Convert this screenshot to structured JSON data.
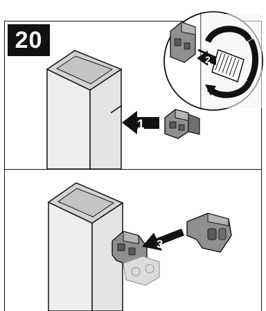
{
  "step": {
    "number": "20"
  },
  "markers": {
    "insert": "1",
    "screw": "2",
    "remove": "3"
  },
  "colors": {
    "outline": "#111111",
    "cabinet_face": "#efefef",
    "cabinet_side": "#d9d9d9",
    "cabinet_top": "#cfcfcf",
    "bracket": "#8c8c8c",
    "bracket_dark": "#5a5a5a",
    "ghost": "#d8d8d8"
  },
  "icons": [
    "hinge-bracket-icon",
    "screwdriver-icon",
    "rotation-arrow-icon",
    "arrow-icon"
  ]
}
